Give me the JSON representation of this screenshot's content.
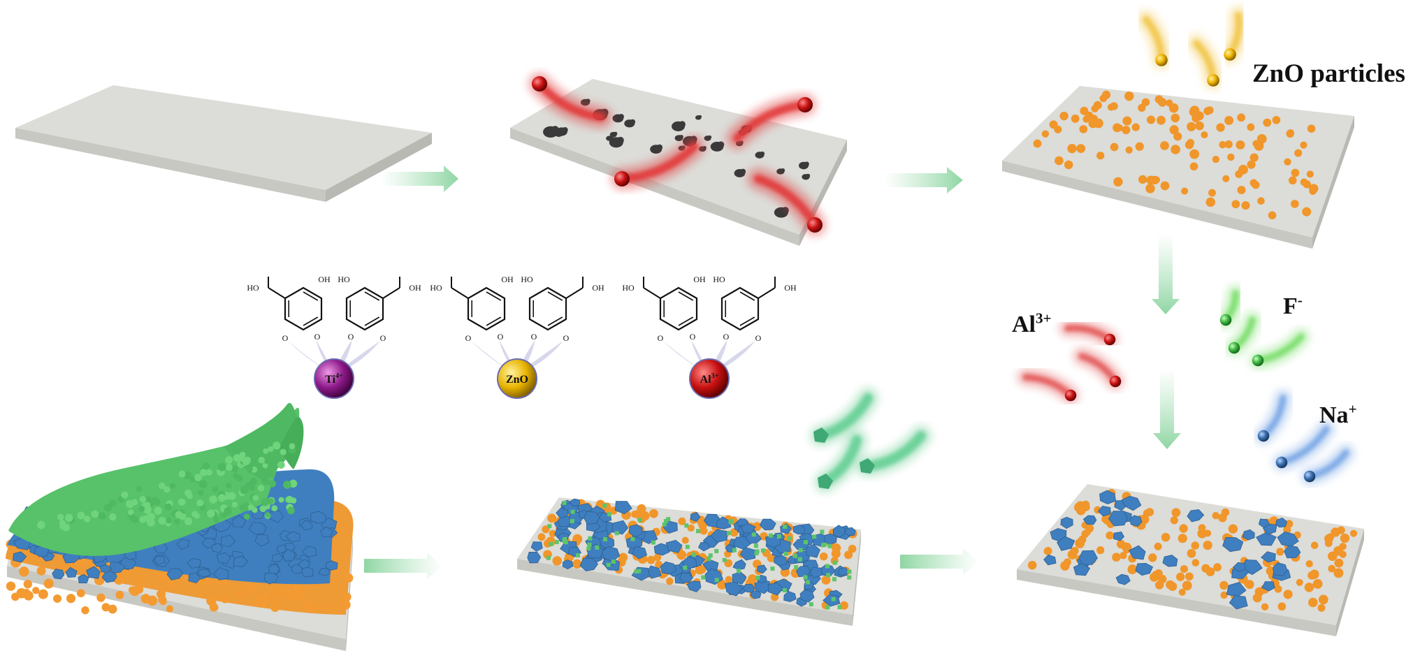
{
  "labels": {
    "zno_particles": "ZnO particles",
    "al_base": "Al",
    "al_charge": "3+",
    "f_base": "F",
    "f_charge": "-",
    "na_base": "Na",
    "na_charge": "+"
  },
  "complexes": [
    {
      "ion": "Ti",
      "ion_charge": "4+",
      "color": "#8e1a8a"
    },
    {
      "ion": "ZnO",
      "ion_charge": "",
      "color": "#e9b400"
    },
    {
      "ion": "Al",
      "ion_charge": "3+",
      "color": "#c81010"
    }
  ],
  "molecule_text": {
    "oh": "OH",
    "ho": "HO",
    "o": "O",
    "acid_left": "HO",
    "acid_right": "OH"
  },
  "colors": {
    "substrate_top": "#dcdcd8",
    "substrate_side": "#c3c3be",
    "arrow": "#a8e0b6",
    "zn_particle": "#f0962a",
    "blue_crystal": "#3f7fbf",
    "green_crystal": "#5dc46c",
    "red_ion": "#c81414",
    "yellow_ion": "#efb400",
    "green_ion": "#3db540",
    "blue_ion": "#3a6fb0",
    "defect": "#3a3a3a"
  }
}
